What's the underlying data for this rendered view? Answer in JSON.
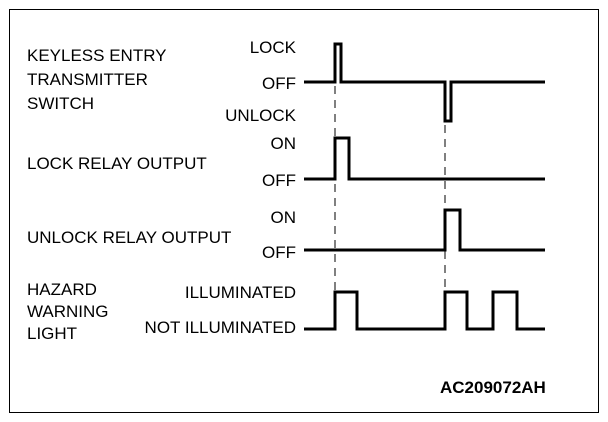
{
  "signals": [
    {
      "name_lines": [
        "KEYLESS ENTRY",
        "TRANSMITTER",
        "SWITCH"
      ],
      "states": [
        "LOCK",
        "OFF",
        "UNLOCK"
      ]
    },
    {
      "name_lines": [
        "LOCK RELAY OUTPUT"
      ],
      "states": [
        "ON",
        "OFF"
      ]
    },
    {
      "name_lines": [
        "UNLOCK RELAY OUTPUT"
      ],
      "states": [
        "ON",
        "OFF"
      ]
    },
    {
      "name_lines": [
        "HAZARD",
        "WARNING",
        "LIGHT"
      ],
      "states": [
        "ILLUMINATED",
        "NOT ILLUMINATED"
      ]
    }
  ],
  "figure_id": "AC209072AH"
}
